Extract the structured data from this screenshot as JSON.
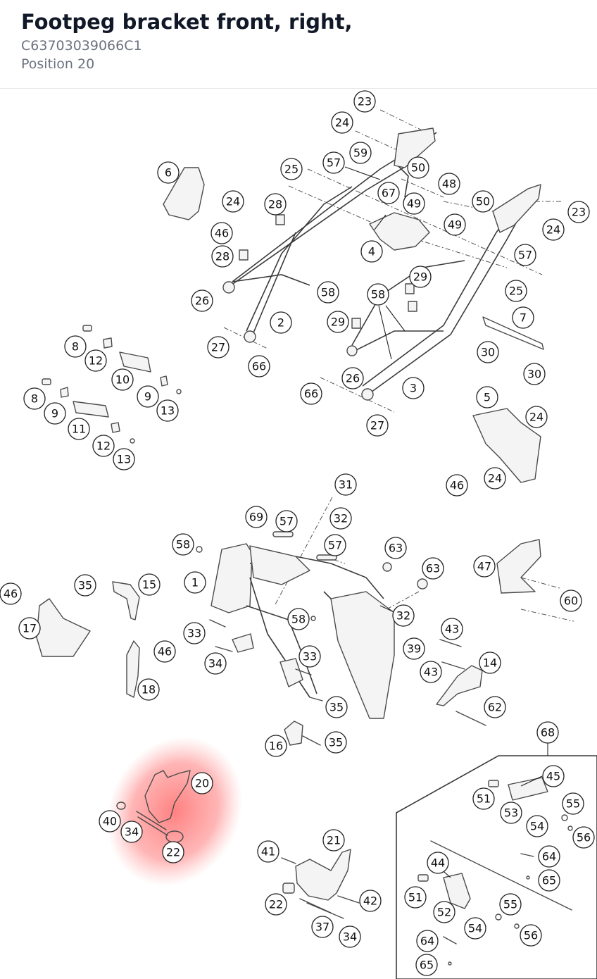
{
  "header": {
    "title": "Footpeg bracket front, right,",
    "part_code": "C63703039066C1",
    "position_label": "Position 20"
  },
  "highlight": {
    "callout": "20",
    "color": "#ff6b6b"
  },
  "callouts": [
    "23",
    "24",
    "59",
    "25",
    "57",
    "50",
    "48",
    "67",
    "49",
    "6",
    "24",
    "28",
    "46",
    "28",
    "4",
    "49",
    "50",
    "23",
    "24",
    "57",
    "29",
    "25",
    "58",
    "58",
    "26",
    "2",
    "29",
    "7",
    "27",
    "66",
    "26",
    "30",
    "30",
    "8",
    "12",
    "10",
    "9",
    "13",
    "8",
    "9",
    "11",
    "12",
    "13",
    "66",
    "3",
    "27",
    "5",
    "24",
    "46",
    "24",
    "31",
    "69",
    "57",
    "32",
    "58",
    "57",
    "63",
    "63",
    "47",
    "35",
    "15",
    "1",
    "46",
    "60",
    "17",
    "58",
    "32",
    "43",
    "33",
    "39",
    "46",
    "34",
    "33",
    "14",
    "43",
    "18",
    "35",
    "62",
    "16",
    "35",
    "68",
    "45",
    "20",
    "51",
    "55",
    "53",
    "40",
    "34",
    "54",
    "56",
    "22",
    "41",
    "21",
    "64",
    "44",
    "65",
    "51",
    "55",
    "22",
    "42",
    "52",
    "54",
    "37",
    "34",
    "56",
    "64",
    "65"
  ]
}
